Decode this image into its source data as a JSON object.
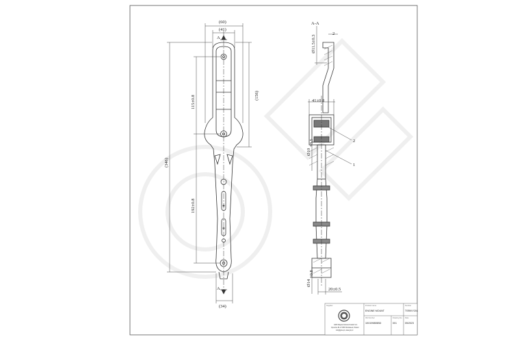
{
  "drawing": {
    "section_label": "A-A",
    "section_marker": "A",
    "dims": {
      "width_60": "(60)",
      "width_41": "(41)",
      "height_346": "(346)",
      "length_115": "115±0.8",
      "length_156": "(156)",
      "length_192": "192±0.8",
      "width_34": "(34)",
      "dia_115": "Ø11.5±0.3",
      "thk_2": "2",
      "width_41_tol": "41±0.8",
      "dia_10": "Ø10",
      "dia_10_tol": "+0.5",
      "dia_14": "Ø14",
      "dia_14_tol": "+0.8",
      "len_20": "20±0.5"
    },
    "callouts": {
      "item_1": "1",
      "item_2": "2"
    }
  },
  "title_block": {
    "supplier_label": "Supplier",
    "product_name_label": "Product name",
    "product_name": "ENGINE MOUNT",
    "number_label": "Number",
    "number": "TSR/KY204",
    "oe_label": "OE Number",
    "oe_number": "1K0199855BD",
    "drawing_no_label": "Drawing No.",
    "drawing_no": "001",
    "date_label": "Date",
    "date": "05/2023",
    "company_line1": "GMA Wojewoł Łokinoczowski S.A.",
    "company_line2": "Opoczna 81-47 880 Wroclawek, Poland",
    "company_line3": "info@gma.pl, www.gm.pl"
  }
}
